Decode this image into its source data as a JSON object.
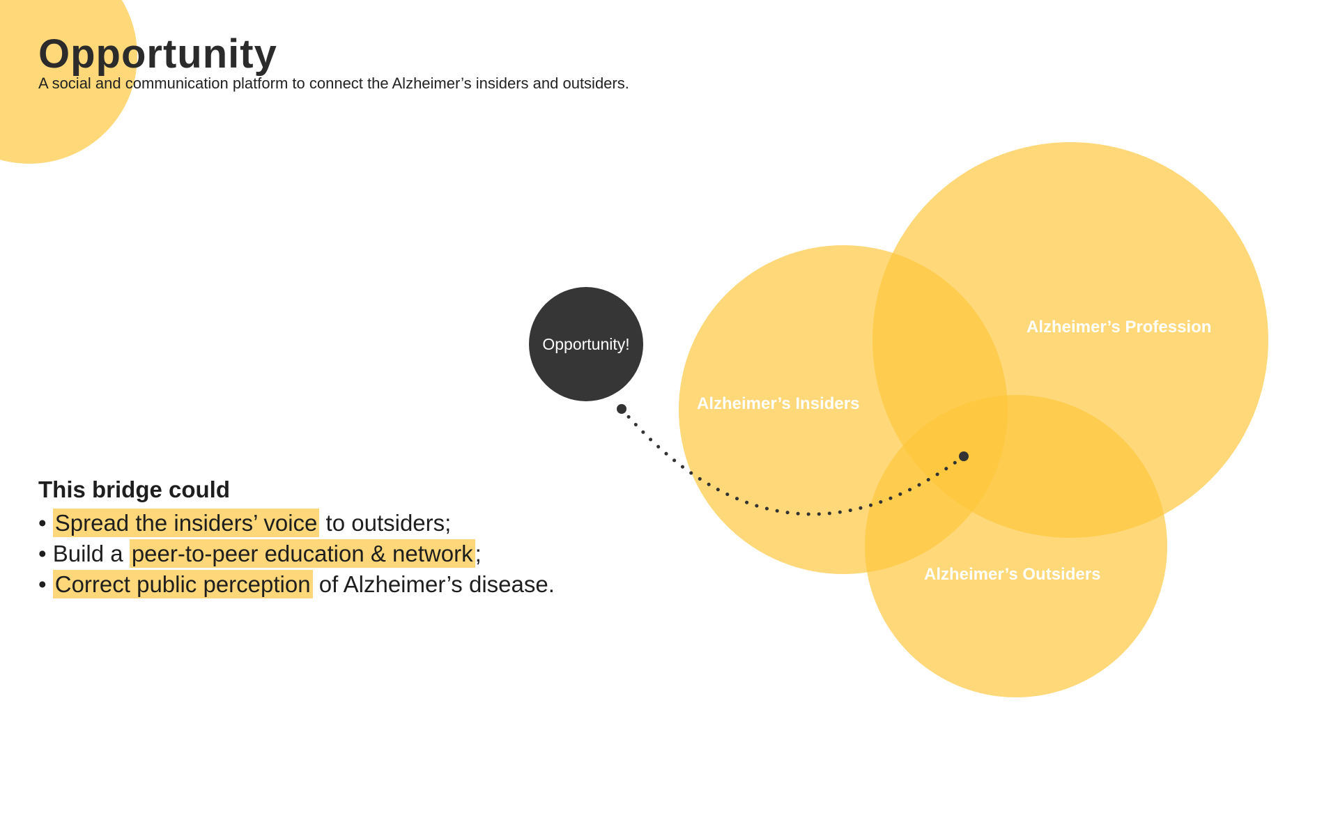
{
  "header": {
    "title": "Opportunity",
    "subtitle": "A social and communication platform to connect the Alzheimer’s insiders and outsiders."
  },
  "diagram": {
    "center_label": "Opportunity!",
    "circles": {
      "insiders": "Alzheimer’s Insiders",
      "profession": "Alzheimer’s Profession",
      "outsiders": "Alzheimer’s Outsiders"
    }
  },
  "bridge": {
    "heading": "This bridge could",
    "items": [
      {
        "bullet": "• ",
        "highlight": "Spread the insiders’ voice",
        "rest": " to outsiders;"
      },
      {
        "bullet": "• ",
        "prefix": "Build a ",
        "highlight": "peer-to-peer education & network",
        "rest": ";"
      },
      {
        "bullet": "• ",
        "highlight": "Correct public perception",
        "rest": " of Alzheimer’s disease."
      }
    ]
  },
  "colors": {
    "circle_fill": "#FDC53A",
    "highlight": "#FDD77A",
    "dark_node": "#363636",
    "text": "#222222"
  }
}
